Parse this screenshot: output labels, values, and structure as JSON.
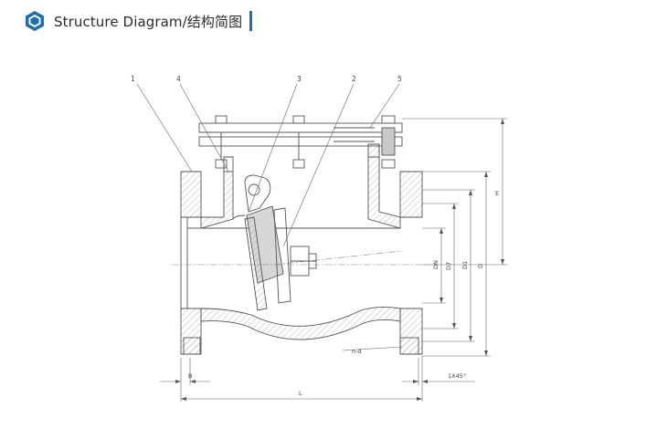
{
  "header": {
    "icon": "hexagon-icon",
    "title": "Structure Diagram/结构简图",
    "accent_color": "#1f6fa8"
  },
  "diagram": {
    "callouts": [
      "1",
      "4",
      "3",
      "2",
      "5"
    ],
    "dims": {
      "dn": "DN",
      "d7": "D7",
      "d1": "D1",
      "d": "D",
      "h": "H",
      "b": "B",
      "l": "L",
      "nd": "n-d",
      "chamfer": "1X45°"
    }
  }
}
